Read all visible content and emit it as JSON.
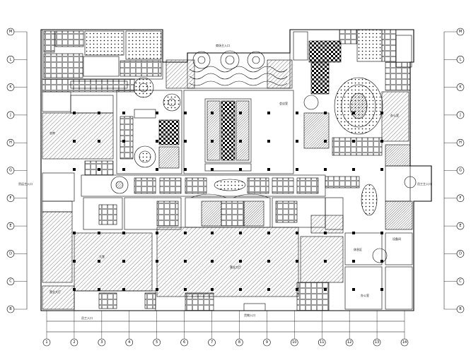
{
  "plan": {
    "row_axes": [
      "M",
      "L",
      "K",
      "J",
      "H",
      "G",
      "F",
      "E",
      "D",
      "C",
      "B"
    ],
    "col_axes": [
      "1",
      "2",
      "3",
      "4",
      "5",
      "6",
      "7",
      "8",
      "9",
      "10",
      "11",
      "12",
      "13",
      "14"
    ],
    "labels": {
      "top_entrance": "商场主入口",
      "east_entrance": "员工主入口",
      "west_entrance": "货运主入口",
      "south_entrance_left": "员工入口",
      "south_entrance_mid": "货物入口",
      "hall_center": "营业大厅",
      "hall_left": "大堂",
      "hall_right": "营业大厅",
      "room_west": "仓库",
      "room_east": "办公室",
      "room_east2": "设备间",
      "room_se": "办公室",
      "room_top_right": "会议室",
      "room_right_mid": "休息区"
    }
  }
}
